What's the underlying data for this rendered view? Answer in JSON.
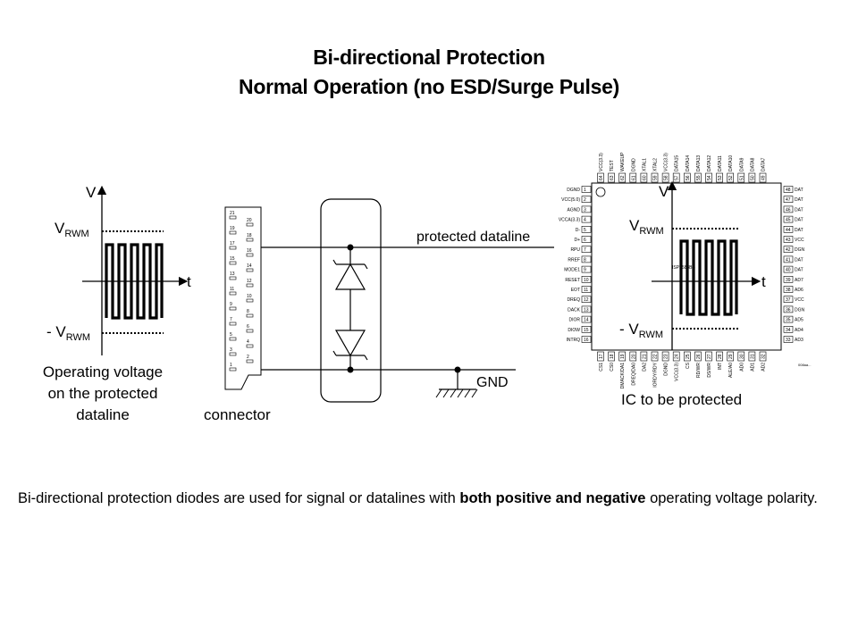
{
  "title": {
    "line1": "Bi-directional Protection",
    "line2": "Normal Operation (no ESD/Surge Pulse)"
  },
  "left_plot": {
    "v_axis": "V",
    "t_axis": "t",
    "v_pos": "V",
    "v_pos_sub": "RWM",
    "v_neg": "- V",
    "v_neg_sub": "RWM",
    "caption_line1": "Operating voltage",
    "caption_line2": "on the protected",
    "caption_line3": "dataline"
  },
  "right_plot": {
    "v_axis": "V",
    "t_axis": "t",
    "v_pos": "V",
    "v_pos_sub": "RWM",
    "v_neg": "- V",
    "v_neg_sub": "RWM"
  },
  "labels": {
    "connector": "connector",
    "protected_dataline": "protected dataline",
    "gnd": "GND",
    "ic_caption": "IC to be protected"
  },
  "connector_pins": {
    "left": [
      "21",
      "19",
      "17",
      "15",
      "13",
      "11",
      "9",
      "7",
      "5",
      "3",
      "1"
    ],
    "right": [
      "20",
      "18",
      "16",
      "14",
      "12",
      "10",
      "8",
      "6",
      "4",
      "2"
    ]
  },
  "ic": {
    "left_pins": [
      {
        "n": "1",
        "l": "DGND"
      },
      {
        "n": "2",
        "l": "VCC(5.0)"
      },
      {
        "n": "3",
        "l": "AGND"
      },
      {
        "n": "4",
        "l": "VCCA(3.3)"
      },
      {
        "n": "5",
        "l": "D-"
      },
      {
        "n": "6",
        "l": "D+"
      },
      {
        "n": "7",
        "l": "RPU"
      },
      {
        "n": "8",
        "l": "RREF"
      },
      {
        "n": "9",
        "l": "MODE1"
      },
      {
        "n": "10",
        "l": "RESET"
      },
      {
        "n": "11",
        "l": "EOT"
      },
      {
        "n": "12",
        "l": "DREQ"
      },
      {
        "n": "13",
        "l": "DACK"
      },
      {
        "n": "14",
        "l": "DIOR"
      },
      {
        "n": "15",
        "l": "DIOW"
      },
      {
        "n": "16",
        "l": "INTRQ"
      }
    ],
    "right_pins": [
      {
        "n": "48",
        "l": "DAT"
      },
      {
        "n": "47",
        "l": "DAT"
      },
      {
        "n": "46",
        "l": "DAT"
      },
      {
        "n": "45",
        "l": "DAT"
      },
      {
        "n": "44",
        "l": "DAT"
      },
      {
        "n": "43",
        "l": "VCC"
      },
      {
        "n": "42",
        "l": "DGN"
      },
      {
        "n": "41",
        "l": "DAT"
      },
      {
        "n": "40",
        "l": "DAT"
      },
      {
        "n": "39",
        "l": "AD7"
      },
      {
        "n": "38",
        "l": "AD6"
      },
      {
        "n": "37",
        "l": "VCC"
      },
      {
        "n": "36",
        "l": "DGN"
      },
      {
        "n": "35",
        "l": "AD5"
      },
      {
        "n": "34",
        "l": "AD4"
      },
      {
        "n": "33",
        "l": "AD3"
      }
    ],
    "top_pins": [
      {
        "n": "64",
        "l": "VCC(3.3)"
      },
      {
        "n": "63",
        "l": "TEST"
      },
      {
        "n": "62",
        "l": "WAKEUP"
      },
      {
        "n": "61",
        "l": "DGND"
      },
      {
        "n": "60",
        "l": "XTAL1"
      },
      {
        "n": "59",
        "l": "XTAL2"
      },
      {
        "n": "58",
        "l": "VCC(3.3)"
      },
      {
        "n": "57",
        "l": "DATA15"
      },
      {
        "n": "56",
        "l": "DATA14"
      },
      {
        "n": "55",
        "l": "DATA13"
      },
      {
        "n": "54",
        "l": "DATA12"
      },
      {
        "n": "53",
        "l": "DATA11"
      },
      {
        "n": "52",
        "l": "DATA10"
      },
      {
        "n": "51",
        "l": "DATA9"
      },
      {
        "n": "50",
        "l": "DATA8"
      },
      {
        "n": "49",
        "l": "DATA7"
      }
    ],
    "bottom_pins": [
      {
        "n": "17",
        "l": "CS1"
      },
      {
        "n": "18",
        "l": "CS0"
      },
      {
        "n": "19",
        "l": "DMACK/DA1"
      },
      {
        "n": "20",
        "l": "DREQ/DA0"
      },
      {
        "n": "21",
        "l": "DA2"
      },
      {
        "n": "22",
        "l": "IORDY/RDY"
      },
      {
        "n": "23",
        "l": "DGND"
      },
      {
        "n": "24",
        "l": "VCC(3.3)"
      },
      {
        "n": "25",
        "l": "CS"
      },
      {
        "n": "26",
        "l": "RD/WR"
      },
      {
        "n": "27",
        "l": "DS/WR"
      },
      {
        "n": "28",
        "l": "INT"
      },
      {
        "n": "29",
        "l": "ALE/A0"
      },
      {
        "n": "30",
        "l": "AD0"
      },
      {
        "n": "31",
        "l": "AD1"
      },
      {
        "n": "32",
        "l": "AD2"
      }
    ],
    "center_text": "ISP1583BS",
    "code_text": "008aa..."
  },
  "description": {
    "part1": "Bi-directional protection diodes are used for signal or datalines with ",
    "bold": "both positive and negative",
    "part2": " operating voltage polarity."
  }
}
